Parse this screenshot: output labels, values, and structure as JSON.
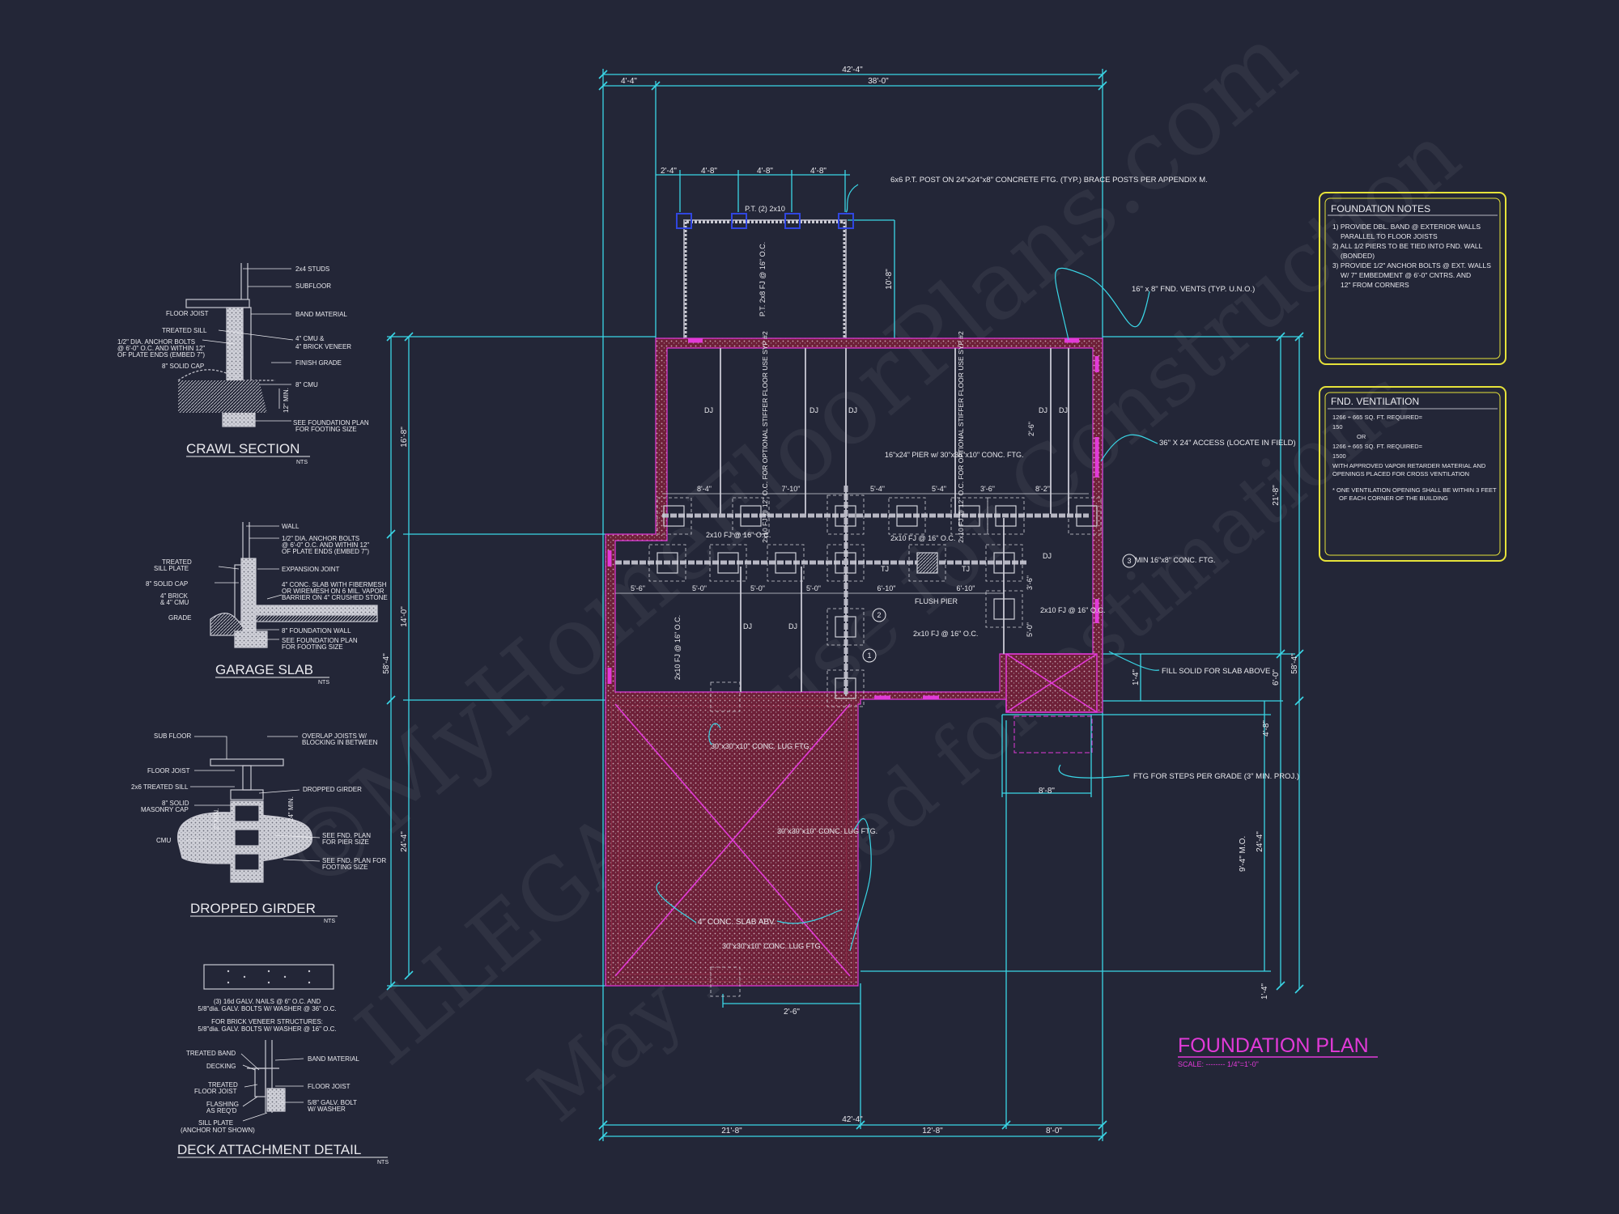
{
  "watermark": [
    "©MyHomeFloorPlans.com",
    "ILLEGAL to use for Construction",
    "May be used for estimations"
  ],
  "colors": {
    "background": "#232637",
    "cyan": "#3ad6e6",
    "magenta": "#e23ad8",
    "yellow": "#e6e23a",
    "white": "#e9e9ee",
    "wall": "#8a2a45",
    "blue": "#3046e0",
    "grey": "#9a9aa8"
  },
  "plan": {
    "title": "FOUNDATION PLAN",
    "scale": "SCALE: -------- 1/4\"=1'-0\"",
    "top_dims": {
      "overall": "42'-4\"",
      "upper": "38'-0\"",
      "left_offset": "4'-4\"",
      "porch_segments": [
        "2'-4\"",
        "4'-8\"",
        "4'-8\"",
        "4'-8\""
      ]
    },
    "bottom_dims": {
      "overall": "42'-4\"",
      "segments": [
        "21'-8\"",
        "12'-8\"",
        "8'-0\""
      ],
      "ftg_width": "2'-6\""
    },
    "left_dims": {
      "overall": "58'-4\"",
      "upper": "16'-8\"",
      "middle": "14'-0\"",
      "lower": "24'-4\""
    },
    "right_dims": {
      "overall": "58'-4\"",
      "upper": "21'-8\"",
      "a": "6'-0\"",
      "b": "4'-8\"",
      "c": "24'-4\"",
      "mo": "9'-4\" M.O.",
      "d": "1'-4\"",
      "stair": "8'-8\""
    },
    "beam_dims_upper": [
      "8'-4\"",
      "7'-10\"",
      "5'-4\"",
      "5'-4\"",
      "3'-6\"",
      "8'-2\""
    ],
    "beam_dims_lower": [
      "5'-6\"",
      "5'-0\"",
      "5'-0\"",
      "5'-0\"",
      "6'-10\"",
      "6'-10\""
    ],
    "porch_dim": "10'-8\"",
    "porch_dim_right": "2'-6\"",
    "notes": {
      "post": "6x6 P.T. POST ON 24\"x24\"x8\" CONCRETE FTG. (TYP.) BRACE POSTS PER APPENDIX M.",
      "porch_beam": "P.T. (2) 2x10",
      "porch_joists": "P.T. 2x8 FJ @ 16\" O.C.",
      "vents": "16\" x 8\" FND. VENTS (TYP. U.N.O.)",
      "access": "36\" X 24\" ACCESS (LOCATE IN FIELD)",
      "pier_main": "16\"x24\" PIER w/ 30\"x38\"x10\" CONC. FTG.",
      "pier_min": "MIN 16\"x8\" CONC. FTG.",
      "flush_pier": "FLUSH PIER",
      "fill_solid": "FILL SOLID FOR SLAB ABOVE",
      "steps_ftg": "FTG FOR STEPS PER GRADE (3\" MIN. PROJ.)",
      "lug1": "30\"x30\"x10\" CONC. LUG FTG.",
      "lug2": "30\"x30\"x10\" CONC. LUG FTG.",
      "lug3": "30\"x30\"x10\" CONC. LUG FTG.",
      "slab": "4\" CONC. SLAB ABV.",
      "stiffer1": "2x10 FJ @ 12\" O.C. FOR OPTIONAL STIFFER FLOOR USE SYP #2",
      "stiffer2": "2x10 FJ @ 12\" O.C. FOR OPTIONAL STIFFER FLOOR USE SYP #2",
      "fj1": "2x10 FJ @ 16\" O.C.",
      "fj2": "2x10 FJ @ 16\" O.C.",
      "fj3": "2x10 FJ @ 16\" O.C.",
      "fj4": "2x10 FJ @ 16\" O.C.",
      "fj5": "2x10 FJ @ 16\" O.C.",
      "dj": "DJ",
      "tj": "TJ",
      "tag1": "1",
      "tag2": "2",
      "tag3": "3"
    }
  },
  "foundation_notes": {
    "title": "FOUNDATION NOTES",
    "items": [
      "1) PROVIDE DBL. BAND @ EXTERIOR WALLS",
      "PARALLEL TO FLOOR JOISTS",
      "2) ALL 1/2 PIERS TO BE TIED INTO FND. WALL",
      "(BONDED)",
      "3) PROVIDE 1/2\" ANCHOR BOLTS @ EXT. WALLS",
      "W/ 7\" EMBEDMENT @ 6'-0\" CNTRS. AND",
      "12\" FROM CORNERS"
    ]
  },
  "ventilation": {
    "title": "FND. VENTILATION",
    "items": [
      "1266 ÷ 665 SQ. FT.          REQUIRED=",
      "150",
      "OR",
      "1266 ÷ 665 SQ. FT.          REQUIRED=",
      "1500",
      "WITH APPROVED VAPOR RETARDER MATERIAL AND",
      "OPENINGS PLACED FOR CROSS VENTILATION",
      "* ONE VENTILATION OPENING SHALL BE WITHIN 3 FEET",
      "OF EACH CORNER OF THE BUILDING"
    ]
  },
  "details": {
    "crawl": {
      "title": "CRAWL SECTION",
      "nts": "NTS",
      "labels": [
        "2x4 STUDS",
        "SUBFLOOR",
        "FLOOR JOIST",
        "BAND MATERIAL",
        "TREATED SILL",
        "1/2\" DIA. ANCHOR BOLTS",
        "@ 6'-0\" O.C. AND WITHIN 12\"",
        "OF PLATE ENDS (EMBED 7\")",
        "4\" CMU &",
        "4\" BRICK VENEER",
        "8\" SOLID CAP",
        "FINISH GRADE",
        "8\" CMU",
        "12\" MIN.",
        "SEE FOUNDATION PLAN",
        "FOR FOOTING SIZE"
      ]
    },
    "garage": {
      "title": "GARAGE SLAB",
      "nts": "NTS",
      "labels": [
        "WALL",
        "1/2\" DIA. ANCHOR BOLTS",
        "@ 6'-0\" O.C. AND WITHIN 12\"",
        "OF PLATE ENDS (EMBED 7\")",
        "TREATED",
        "SILL PLATE",
        "EXPANSION JOINT",
        "8\" SOLID CAP",
        "4\" CONC. SLAB WITH FIBERMESH",
        "OR WIREMESH ON 6 MIL. VAPOR",
        "BARRIER ON 4\" CRUSHED STONE",
        "4\" BRICK",
        "& 4\" CMU",
        "GRADE",
        "8\" FOUNDATION WALL",
        "SEE FOUNDATION PLAN",
        "FOR FOOTING SIZE"
      ]
    },
    "girder": {
      "title": "DROPPED GIRDER",
      "nts": "NTS",
      "labels": [
        "SUB FLOOR",
        "OVERLAP JOISTS W/",
        "BLOCKING IN BETWEEN",
        "FLOOR JOIST",
        "2x6 TREATED SILL",
        "DROPPED GIRDER",
        "8\" SOLID",
        "MASONRY CAP",
        "CMU",
        "SEE FND. PLAN",
        "FOR PIER SIZE",
        "SEE FND. PLAN FOR",
        "FOOTING SIZE",
        "2\" MIN.",
        "24\" MIN."
      ]
    },
    "deck": {
      "title": "DECK ATTACHMENT DETAIL",
      "nts": "NTS",
      "labels": [
        "(3) 16d GALV. NAILS @ 6\" O.C. AND",
        "5/8\"dia. GALV. BOLTS W/ WASHER @ 36\" O.C.",
        "FOR BRICK VENEER STRUCTURES:",
        "5/8\"dia. GALV. BOLTS W/ WASHER @ 16\" O.C.",
        "TREATED BAND",
        "DECKING",
        "BAND MATERIAL",
        "TREATED",
        "FLOOR JOIST",
        "FLASHING",
        "AS REQ'D",
        "FLOOR JOIST",
        "5/8\" GALV. BOLT",
        "W/ WASHER",
        "SILL PLATE",
        "(ANCHOR NOT SHOWN)"
      ]
    }
  }
}
